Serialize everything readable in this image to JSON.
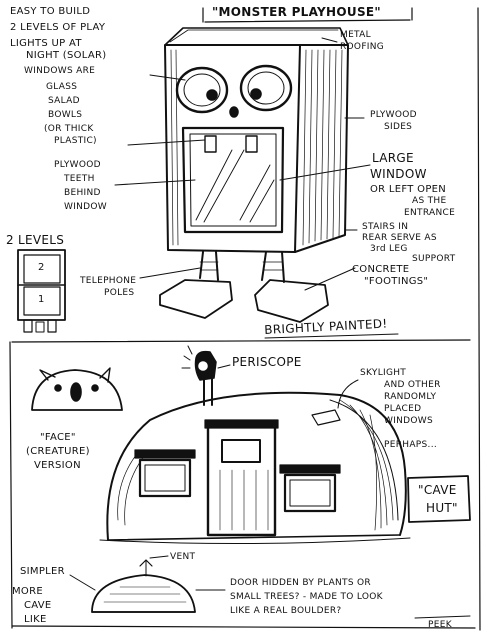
{
  "notes": {
    "top_left": [
      "EASY TO BUILD",
      "2 LEVELS OF PLAY",
      "LIGHTS UP AT",
      "NIGHT (SOLAR)"
    ],
    "title": "\"MONSTER PLAYHOUSE\"",
    "windows": [
      "WINDOWS ARE",
      "GLASS",
      "SALAD",
      "BOWLS",
      "(OR THICK",
      "PLASTIC)"
    ],
    "teeth": [
      "PLYWOOD",
      "TEETH",
      "BEHIND",
      "WINDOW"
    ],
    "roofing": [
      "METAL",
      "ROOFING"
    ],
    "sides": [
      "PLYWOOD",
      "SIDES"
    ],
    "large_window": [
      "LARGE",
      "WINDOW",
      "OR LEFT OPEN",
      "AS THE",
      "ENTRANCE"
    ],
    "stairs": [
      "STAIRS IN",
      "REAR SERVE AS",
      "3rd LEG",
      "SUPPORT"
    ],
    "concrete": [
      "CONCRETE",
      "\"FOOTINGS\""
    ],
    "levels_title": "2 LEVELS",
    "level_upper": "2",
    "level_lower": "1",
    "poles": [
      "TELEPHONE",
      "POLES"
    ],
    "painted": "BRIGHTLY PAINTED!",
    "periscope": "PERISCOPE",
    "skylight": [
      "SKYLIGHT",
      "AND OTHER",
      "RANDOMLY",
      "PLACED",
      "WINDOWS",
      "PERHAPS..."
    ],
    "face_version": [
      "\"FACE\"",
      "(CREATURE)",
      "VERSION"
    ],
    "cave_hut": [
      "\"CAVE",
      "HUT\""
    ],
    "simpler": "SIMPLER",
    "more_cave": [
      "MORE",
      "CAVE",
      "LIKE"
    ],
    "vent": "VENT",
    "door_hidden": [
      "DOOR HIDDEN BY PLANTS OR",
      "SMALL TREES? - MADE TO LOOK",
      "LIKE A REAL BOULDER?"
    ],
    "signature": "PEEK"
  }
}
